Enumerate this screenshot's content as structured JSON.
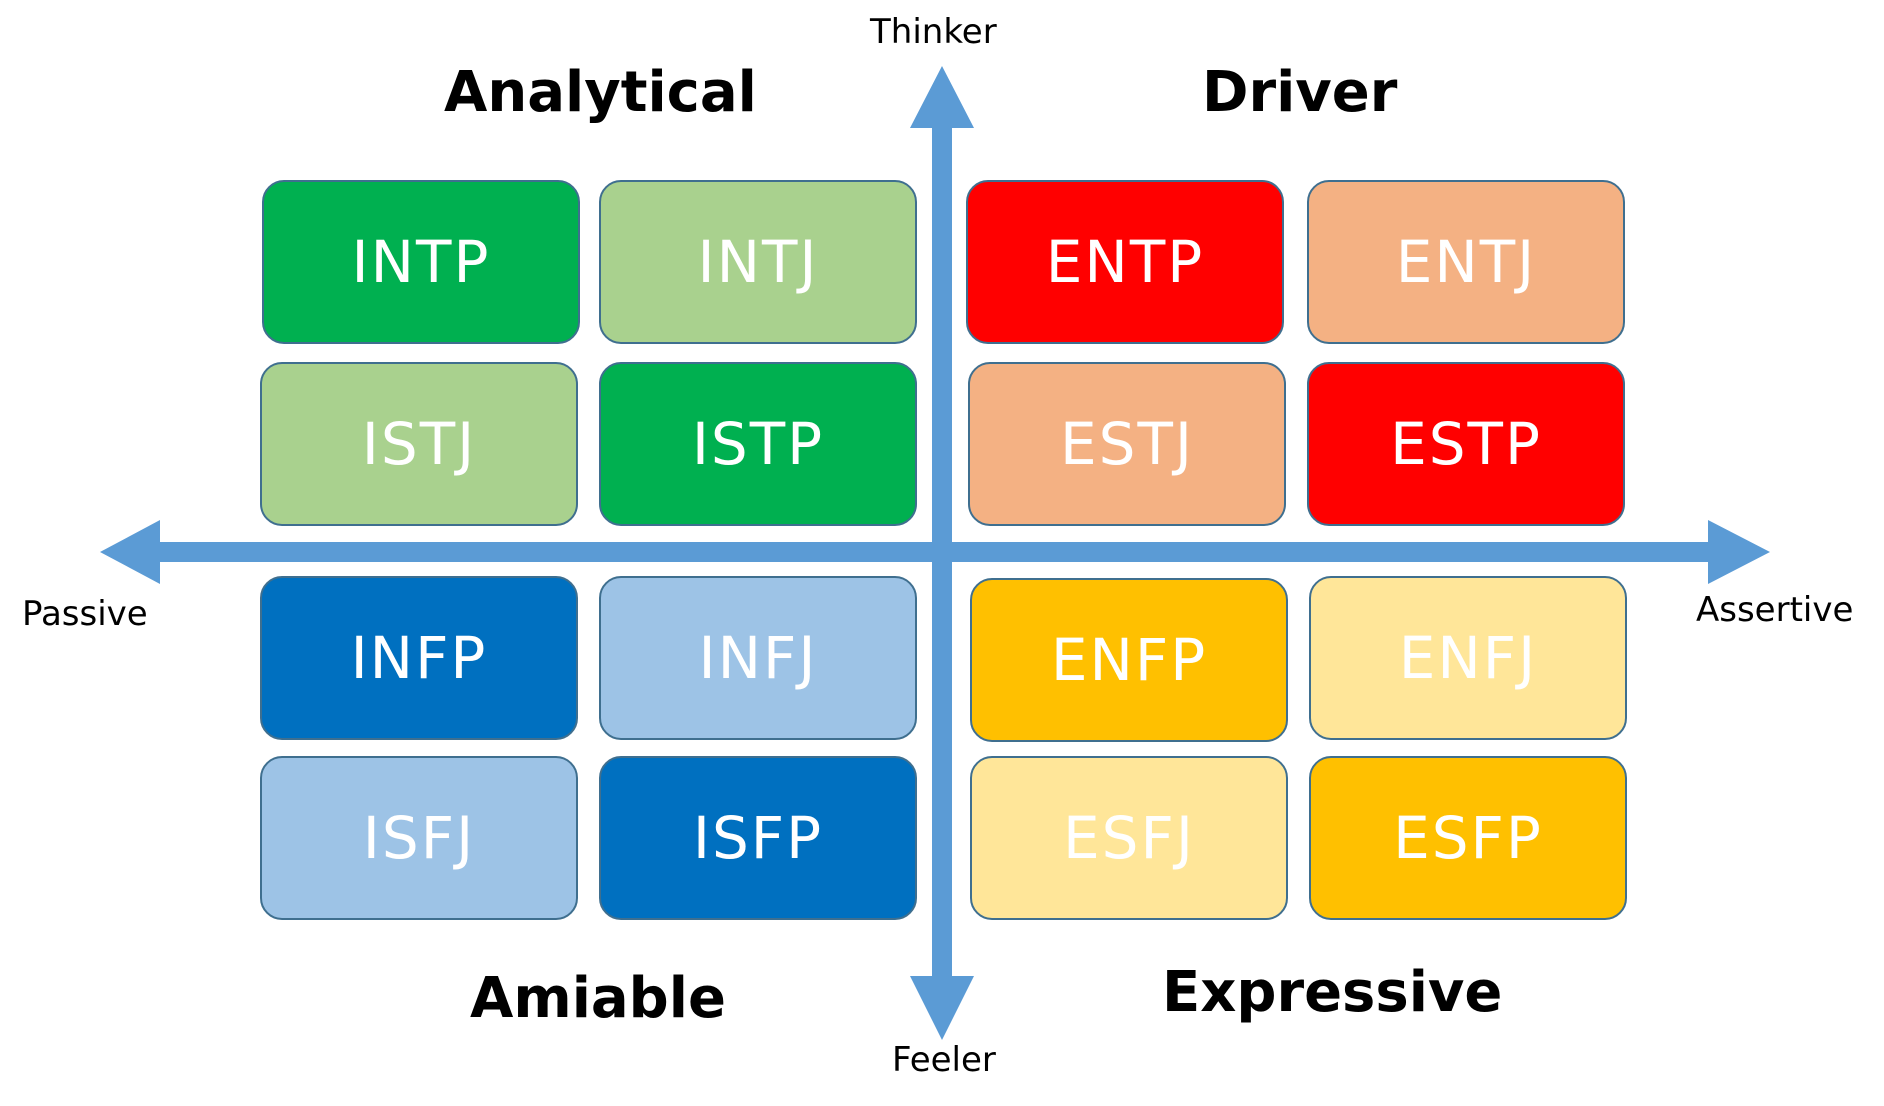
{
  "axes": {
    "top_label": "Thinker",
    "bottom_label": "Feeler",
    "left_label": "Passive",
    "right_label": "Assertive",
    "color": "#5b9bd5"
  },
  "quadrants": {
    "top_left": "Analytical",
    "top_right": "Driver",
    "bottom_left": "Amiable",
    "bottom_right": "Expressive"
  },
  "types": [
    {
      "label": "INTP",
      "color": "#00b050"
    },
    {
      "label": "INTJ",
      "color": "#a9d18e"
    },
    {
      "label": "ENTP",
      "color": "#ff0000"
    },
    {
      "label": "ENTJ",
      "color": "#f4b183"
    },
    {
      "label": "ISTJ",
      "color": "#a9d18e"
    },
    {
      "label": "ISTP",
      "color": "#00b050"
    },
    {
      "label": "ESTJ",
      "color": "#f4b183"
    },
    {
      "label": "ESTP",
      "color": "#ff0000"
    },
    {
      "label": "INFP",
      "color": "#0070c0"
    },
    {
      "label": "INFJ",
      "color": "#9dc3e6"
    },
    {
      "label": "ENFP",
      "color": "#ffc000"
    },
    {
      "label": "ENFJ",
      "color": "#ffe699"
    },
    {
      "label": "ISFJ",
      "color": "#9dc3e6"
    },
    {
      "label": "ISFP",
      "color": "#0070c0"
    },
    {
      "label": "ESFJ",
      "color": "#ffe699"
    },
    {
      "label": "ESFP",
      "color": "#ffc000"
    }
  ]
}
